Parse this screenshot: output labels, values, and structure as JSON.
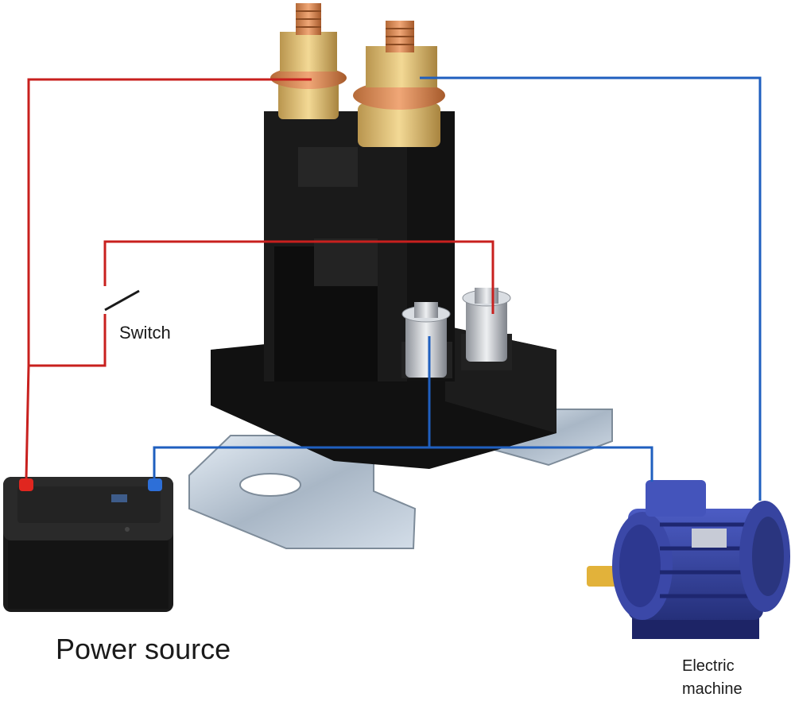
{
  "labels": {
    "switch": "Switch",
    "power_source": "Power source",
    "electric_machine_line1": "Electric",
    "electric_machine_line2": "machine"
  },
  "components": {
    "relay": "relay-solenoid",
    "battery": "battery",
    "motor": "electric-motor",
    "switch": "switch"
  },
  "wire_colors": {
    "positive": "#c8201e",
    "negative": "#1f5fbf"
  }
}
